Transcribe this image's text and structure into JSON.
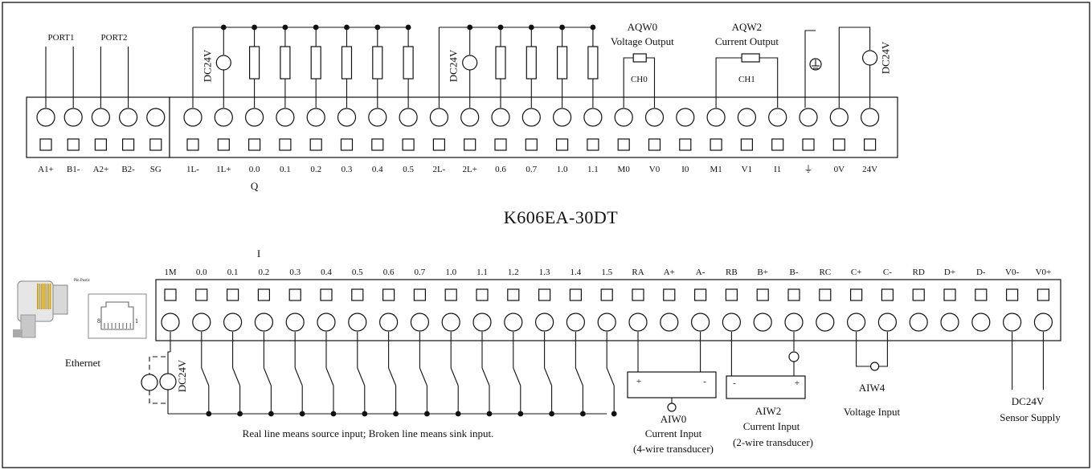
{
  "model": "K606EA-30DT",
  "top": {
    "comm_pins": [
      "A1+",
      "B1-",
      "A2+",
      "B2-",
      "SG"
    ],
    "port1_label": "PORT1",
    "port2_label": "PORT2",
    "pins": [
      "1L-",
      "1L+",
      "0.0",
      "0.1",
      "0.2",
      "0.3",
      "0.4",
      "0.5",
      "2L-",
      "2L+",
      "0.6",
      "0.7",
      "1.0",
      "1.1",
      "M0",
      "V0",
      "I0",
      "M1",
      "V1",
      "I1",
      "⏚",
      "0V",
      "24V"
    ],
    "output_group_label": "Q",
    "dc_label": "DC24V",
    "aqw0": {
      "name": "AQW0",
      "desc": "Voltage Output",
      "ch": "CH0"
    },
    "aqw2": {
      "name": "AQW2",
      "desc": "Current Output",
      "ch": "CH1"
    }
  },
  "bottom": {
    "pins": [
      "1M",
      "0.0",
      "0.1",
      "0.2",
      "0.3",
      "0.4",
      "0.5",
      "0.6",
      "0.7",
      "1.0",
      "1.1",
      "1.2",
      "1.3",
      "1.4",
      "1.5",
      "RA",
      "A+",
      "A-",
      "RB",
      "B+",
      "B-",
      "RC",
      "C+",
      "C-",
      "RD",
      "D+",
      "D-",
      "V0-",
      "V0+"
    ],
    "input_group_label": "I",
    "dc_label": "DC24V",
    "ethernet_label": "Ethernet",
    "rj45_pin_low": "8",
    "rj45_pin_high": "1",
    "rj45_tiny": "Pin Postic",
    "note": "Real line means source input; Broken line means sink input.",
    "aiw0": {
      "name": "AIW0",
      "line1": "Current Input",
      "line2": "(4-wire transducer)"
    },
    "aiw2": {
      "name": "AIW2",
      "line1": "Current Input",
      "line2": "(2-wire transducer)"
    },
    "aiw4": {
      "name": "AIW4",
      "line1": "Voltage Input"
    },
    "sensor": {
      "line1": "DC24V",
      "line2": "Sensor Supply"
    }
  }
}
